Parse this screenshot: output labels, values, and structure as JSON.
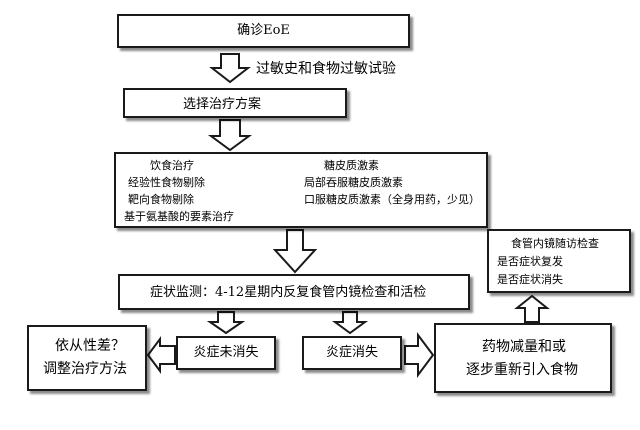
{
  "diagram": {
    "confirm": "确诊EoE",
    "allergy_tests": "过敏史和食物过敏试验",
    "select_treatment": "选择治疗方案",
    "diet_heading": "饮食治疗",
    "diet_items": [
      "经验性食物剔除",
      "靶向食物剔除",
      "基于氨基酸的要素治疗"
    ],
    "steroid_heading": "糖皮质激素",
    "steroid_items": [
      "局部吞服糖皮质激素",
      "口服糖皮质激素（全身用药，少见）"
    ],
    "monitoring": "症状监测：4-12星期内反复食管内镜检查和活检",
    "not_resolved": "炎症未消失",
    "resolved": "炎症消失",
    "poor_compliance": [
      "依从性差？",
      "调整治疗方法"
    ],
    "reduce_drug": [
      "药物减量和或",
      "逐步重新引入食物"
    ],
    "followup": [
      "食管内镜随访检查",
      "是否症状复发",
      "是否症状消失"
    ]
  }
}
